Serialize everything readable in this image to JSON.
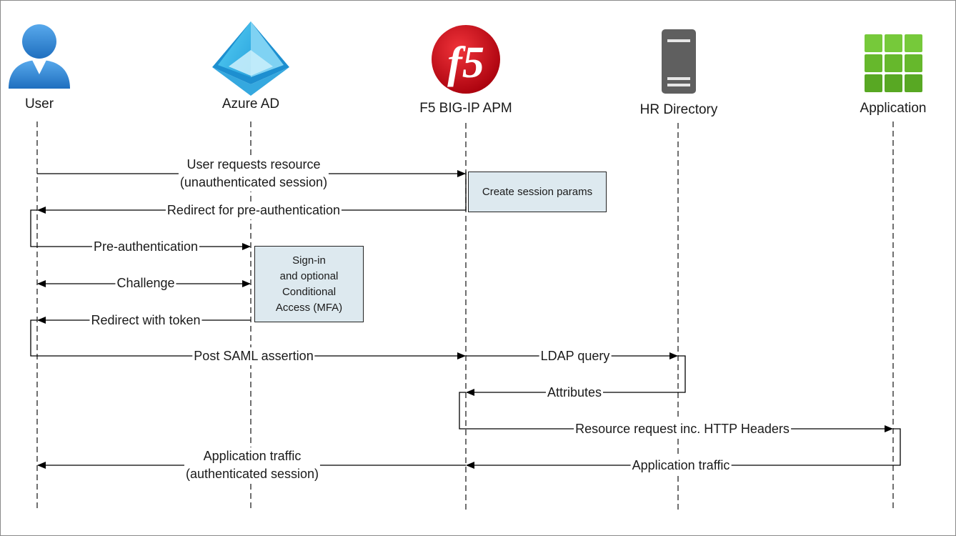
{
  "actors": [
    {
      "id": "user",
      "label": "User",
      "icon": "user-person-icon"
    },
    {
      "id": "azure",
      "label": "Azure AD",
      "icon": "azure-ad-pyramid-icon"
    },
    {
      "id": "f5",
      "label": "F5 BIG-IP APM",
      "icon": "f5-logo-icon"
    },
    {
      "id": "hr",
      "label": "HR Directory",
      "icon": "server-tower-icon"
    },
    {
      "id": "app",
      "label": "Application",
      "icon": "application-grid-icon"
    }
  ],
  "messages": [
    {
      "id": "m1",
      "text": "User requests resource\n(unauthenticated session)"
    },
    {
      "id": "m2",
      "text": "Redirect for pre-authentication"
    },
    {
      "id": "m3",
      "text": "Pre-authentication"
    },
    {
      "id": "m4",
      "text": "Challenge"
    },
    {
      "id": "m5",
      "text": "Redirect with token"
    },
    {
      "id": "m6",
      "text": "Post SAML assertion"
    },
    {
      "id": "m7",
      "text": "LDAP query"
    },
    {
      "id": "m8",
      "text": "Attributes"
    },
    {
      "id": "m9",
      "text": "Resource request inc. HTTP Headers"
    },
    {
      "id": "m10",
      "text": "Application traffic\n(authenticated session)"
    },
    {
      "id": "m11",
      "text": "Application traffic"
    }
  ],
  "notes": [
    {
      "id": "n1",
      "text": "Create session params"
    },
    {
      "id": "n2",
      "text": "Sign-in\nand optional\nConditional\nAccess (MFA)"
    }
  ],
  "colors": {
    "note_fill": "#dde9ef",
    "user_blue": "#2e86d6",
    "azure_blue": "#3fb6e8",
    "f5_red": "#d0101c",
    "server_gray": "#5f5f5f",
    "app_green": "#6cbf2a"
  }
}
